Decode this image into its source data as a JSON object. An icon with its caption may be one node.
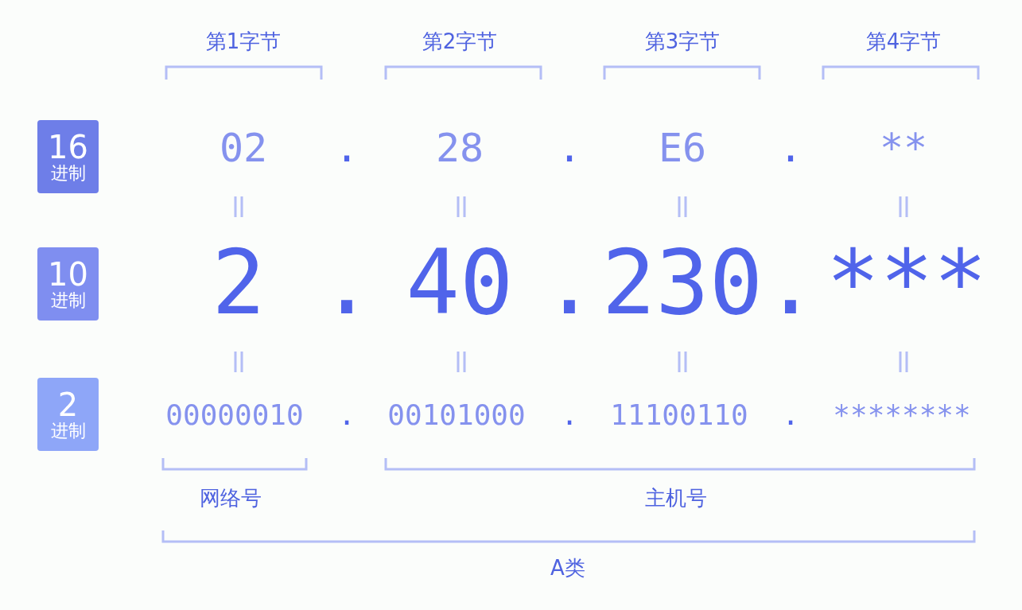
{
  "diagram": {
    "nodes": [
      {
        "text": [
          "16",
          "进制"
        ]
      },
      {
        "text": [
          "10",
          "进制"
        ]
      },
      {
        "text": [
          "2",
          "进制"
        ]
      }
    ],
    "labels": [
      "第1字节",
      "第2字节",
      "第3字节",
      "第4字节",
      "02",
      ".",
      "28",
      ".",
      "E6",
      ".",
      "**",
      "2",
      ".",
      "40",
      ".",
      "230",
      ".",
      "***",
      "00000010",
      ".",
      "00101000",
      ".",
      "11100110",
      ".",
      "********",
      "网络号",
      "主机号",
      "A类"
    ]
  }
}
